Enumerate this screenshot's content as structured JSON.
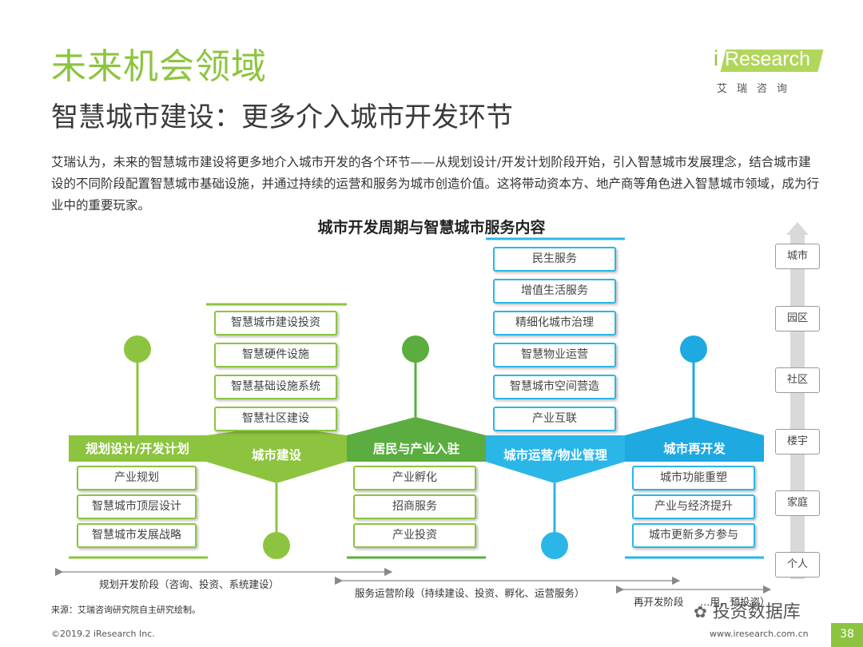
{
  "header": {
    "section_title": "未来机会领域",
    "page_title": "智慧城市建设：更多介入城市开发环节",
    "intro": "艾瑞认为，未来的智慧城市建设将更多地介入城市开发的各个环节——从规划设计/开发计划阶段开始，引入智慧城市发展理念，结合城市建设的不同阶段配置智慧城市基础设施，并通过持续的运营和服务为城市创造价值。这将带动资本方、地产商等角色进入智慧城市领域，成为行业中的重要玩家。"
  },
  "logo": {
    "brand": "Research",
    "brand_i": "i",
    "sub": "艾瑞咨询"
  },
  "diagram": {
    "title": "城市开发周期与智慧城市服务内容",
    "stages": [
      {
        "label": "规划设计/开发计划",
        "color": "#8dc43f"
      },
      {
        "label": "城市建设",
        "color": "#8dc43f"
      },
      {
        "label": "居民与产业入驻",
        "color": "#5aad3e"
      },
      {
        "label": "城市运营/物业管理",
        "color": "#2bb6e8"
      },
      {
        "label": "城市再开发",
        "color": "#1fa9e1"
      }
    ],
    "planning_items": [
      "产业规划",
      "智慧城市顶层设计",
      "智慧城市发展战略"
    ],
    "construction_items": [
      "智慧城市建设投资",
      "智慧硬件设施",
      "智慧基础设施系统",
      "智慧社区建设"
    ],
    "settlement_items": [
      "产业孵化",
      "招商服务",
      "产业投资"
    ],
    "operation_items": [
      "民生服务",
      "增值生活服务",
      "精细化城市治理",
      "智慧物业运营",
      "智慧城市空间营造",
      "产业互联"
    ],
    "redevelop_items": [
      "城市功能重塑",
      "产业与经济提升",
      "城市更新多方参与"
    ],
    "scale_axis": [
      "城市",
      "园区",
      "社区",
      "楼宇",
      "家庭",
      "个人"
    ],
    "phases": [
      {
        "label": "规划开发阶段（咨询、投资、系统建设）"
      },
      {
        "label": "服务运营阶段（持续建设、投资、孵化、运营服务）"
      },
      {
        "label": "再开发阶段"
      },
      {
        "label": "…用、预投资）"
      }
    ]
  },
  "footer": {
    "source": "来源：艾瑞咨询研究院自主研究绘制。",
    "copyright": "©2019.2 iResearch Inc.",
    "url": "www.iresearch.com.cn",
    "page_number": "38",
    "watermark": "投资数据库"
  }
}
